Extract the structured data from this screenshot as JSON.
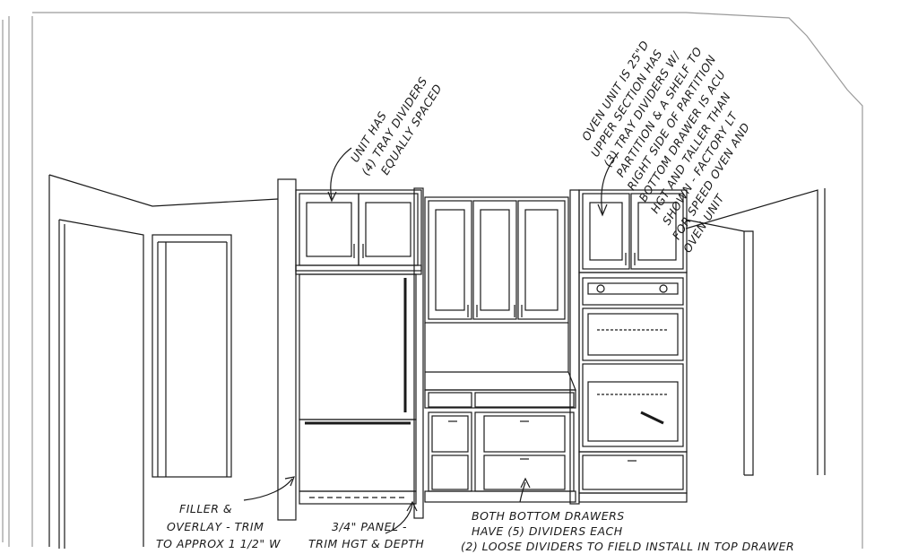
{
  "annotations": {
    "tray_dividers": [
      "UNIT HAS",
      "(4) TRAY DIVIDERS",
      "EQUALLY SPACED"
    ],
    "oven_unit": [
      "OVEN UNIT IS 25\"D",
      "UPPER SECTION HAS",
      "(3) TRAY DIVIDERS W/",
      "PARTITION & A SHELF TO",
      "RIGHT SIDE OF PARTITION",
      "BOTTOM DRAWER IS ACU",
      "HGT AND TALLER THAN",
      "SHOWN - FACTORY LT",
      "FOR SPEED OVEN AND",
      "OVEN UNIT"
    ],
    "filler": [
      "FILLER &",
      "OVERLAY - TRIM",
      "TO APPROX 1 1/2\" W"
    ],
    "panel": [
      "3/4\" PANEL -",
      "TRIM HGT & DEPTH"
    ],
    "drawers": [
      "BOTH BOTTOM DRAWERS",
      "HAVE (5) DIVIDERS EACH"
    ],
    "loose_dividers": "(2) LOOSE DIVIDERS TO FIELD INSTALL IN TOP DRAWER"
  },
  "colors": {
    "ink": "#1a1a1a",
    "paper": "#ffffff",
    "edge": "#b0b0b0"
  }
}
